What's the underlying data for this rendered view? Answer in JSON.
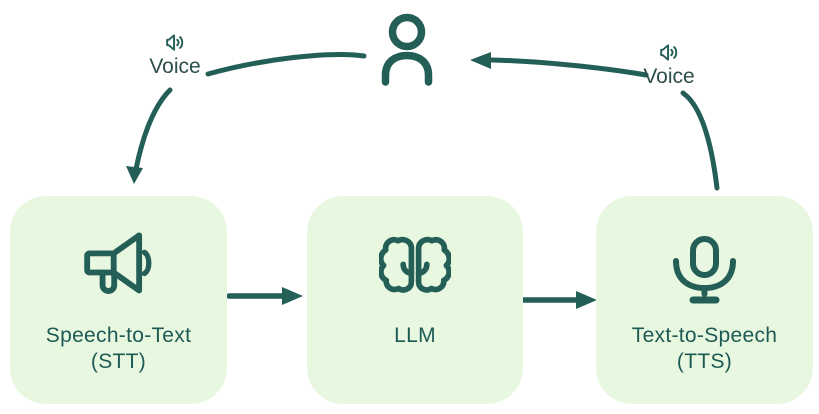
{
  "diagram": {
    "description": "Voice assistant pipeline diagram",
    "colors": {
      "teal": "#235e57",
      "box_fill": "#e8f7e0",
      "box_label_text": "#1d5a54",
      "voice_text": "#2d4f4b",
      "background": "#ffffff"
    },
    "user_node": {
      "icon": "person-icon"
    },
    "voice_labels": {
      "left": {
        "icon": "speaker-sound-icon",
        "text": "Voice"
      },
      "right": {
        "icon": "speaker-sound-icon",
        "text": "Voice"
      }
    },
    "nodes": [
      {
        "id": "stt",
        "icon": "megaphone-icon",
        "line1": "Speech-to-Text",
        "line2": "(STT)"
      },
      {
        "id": "llm",
        "icon": "brain-icon",
        "line1": "LLM",
        "line2": ""
      },
      {
        "id": "tts",
        "icon": "microphone-icon",
        "line1": "Text-to-Speech",
        "line2": "(TTS)"
      }
    ],
    "edges": [
      {
        "from": "user",
        "to": "stt",
        "label": "Voice",
        "style": "curved-arrow"
      },
      {
        "from": "stt",
        "to": "llm",
        "label": "",
        "style": "straight-arrow"
      },
      {
        "from": "llm",
        "to": "tts",
        "label": "",
        "style": "straight-arrow"
      },
      {
        "from": "tts",
        "to": "user",
        "label": "Voice",
        "style": "curved-arrow"
      }
    ]
  }
}
